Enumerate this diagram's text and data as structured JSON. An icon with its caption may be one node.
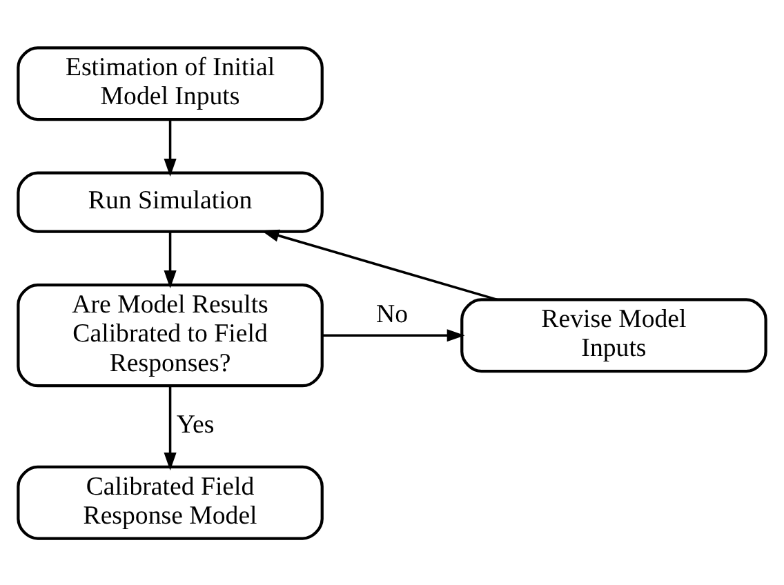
{
  "diagram": {
    "nodes": [
      {
        "text": [
          "Estimation of Initial Model Inputs"
        ]
      },
      {
        "text": [
          "Run Simulation"
        ]
      },
      {
        "text": [
          "Revise Model Inputs"
        ]
      },
      {
        "text": [
          "Are Model Results Calibrated to Field Responses?"
        ]
      },
      {
        "text": [
          "Calibrated Field Response Model"
        ]
      }
    ],
    "edges": [
      {
        "from": 0,
        "to": 1,
        "arrow": "to"
      },
      {
        "from": 1,
        "to": 3,
        "arrow": "to"
      },
      {
        "from": 3,
        "to": 2,
        "arrow": "to",
        "label": "No"
      },
      {
        "from": 2,
        "to": 1,
        "arrow": "to"
      },
      {
        "from": 3,
        "to": 4,
        "arrow": "to",
        "label": "Yes"
      }
    ]
  }
}
